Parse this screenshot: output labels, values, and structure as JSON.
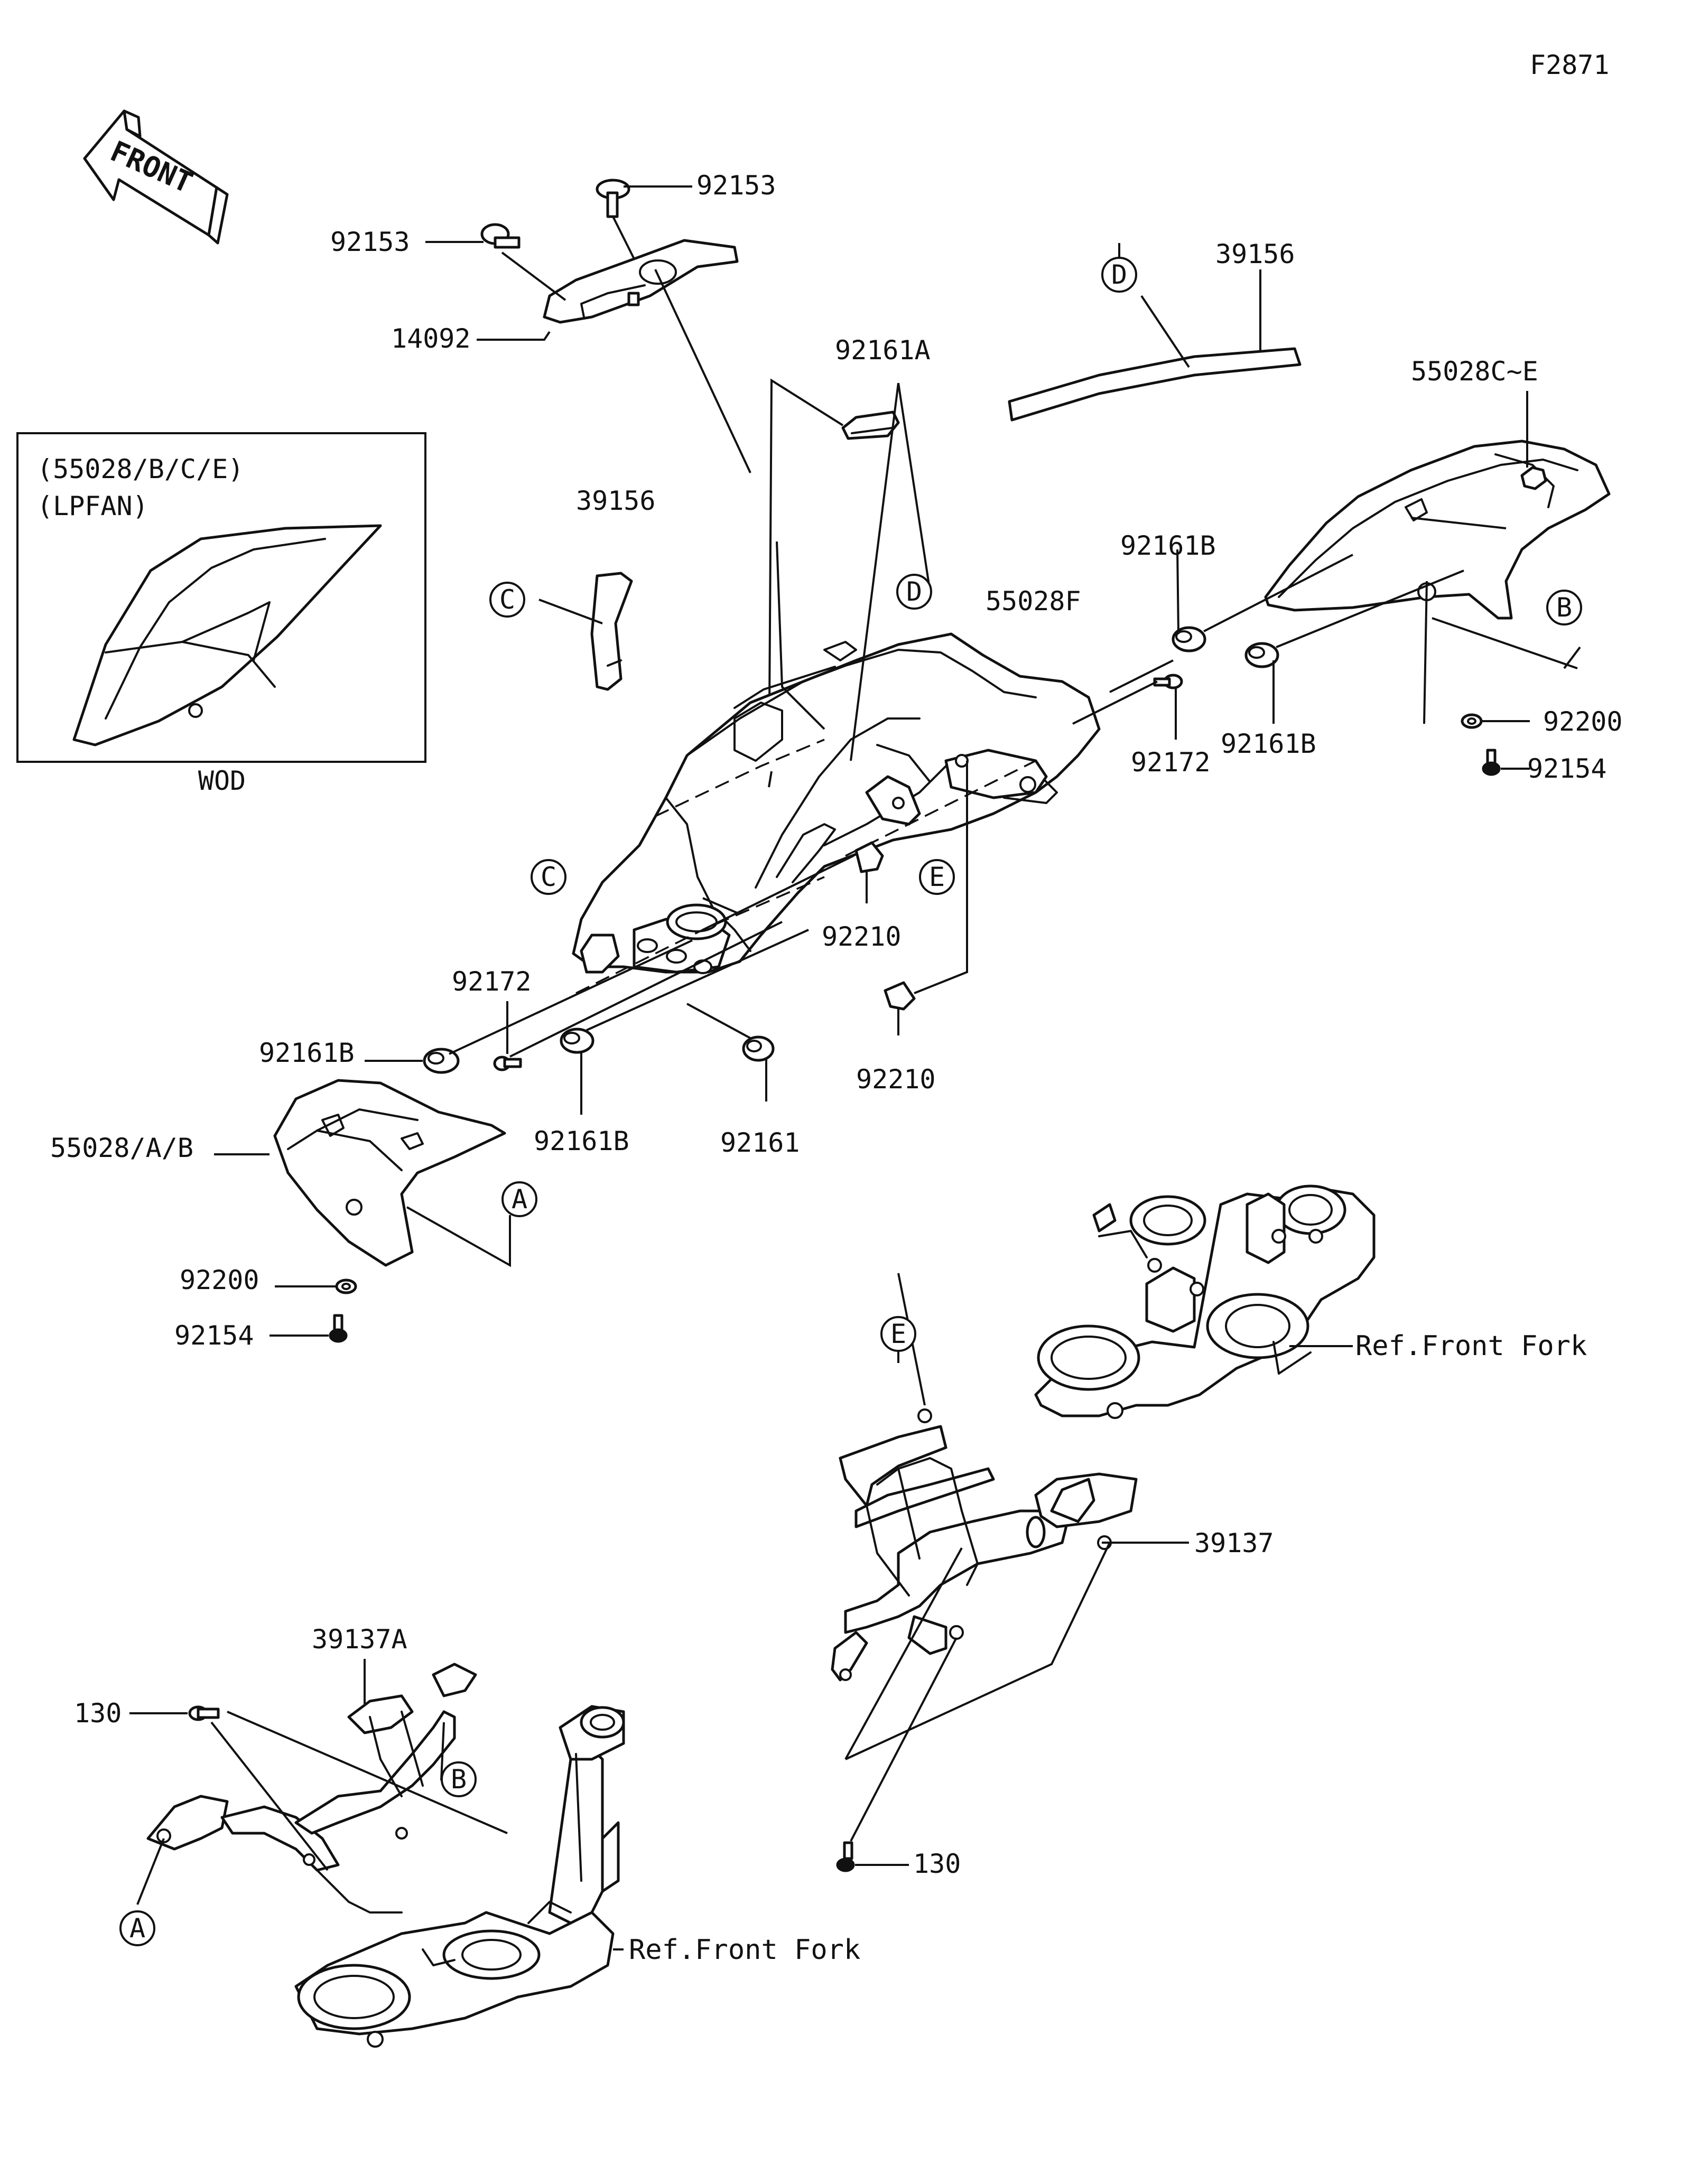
{
  "figure_code": "F2871",
  "direction_marker": "FRONT",
  "inset": {
    "models": "(55028/B/C/E)",
    "sub_model": "(LPFAN)",
    "variant_label": "WOD"
  },
  "parts": {
    "p92153_a": "92153",
    "p92153_b": "92153",
    "p14092": "14092",
    "p92161A": "92161A",
    "p39156_top": "39156",
    "p55028CE": "55028C~E",
    "p39156_left": "39156",
    "p92161B_right1": "92161B",
    "p55028F": "55028F",
    "p92172_right": "92172",
    "p92161B_right2": "92161B",
    "p92200_right": "92200",
    "p92154_right": "92154",
    "p92210_mid": "92210",
    "p92172_left": "92172",
    "p92161B_left1": "92161B",
    "p92210_low": "92210",
    "p55028AB": "55028/A/B",
    "p92161B_left2": "92161B",
    "p92161": "92161",
    "p92200_left": "92200",
    "p92154_left": "92154",
    "ref_fork_upper": "Ref.Front Fork",
    "p39137": "39137",
    "p39137A": "39137A",
    "p130_left": "130",
    "p130_right": "130",
    "ref_fork_lower": "Ref.Front Fork"
  },
  "callouts": {
    "A_left": "A",
    "A_bottom": "A",
    "B_right": "B",
    "B_bottom": "B",
    "C_left": "C",
    "C_center": "C",
    "D_top": "D",
    "D_center": "D",
    "E_center": "E",
    "E_bottom": "E"
  }
}
